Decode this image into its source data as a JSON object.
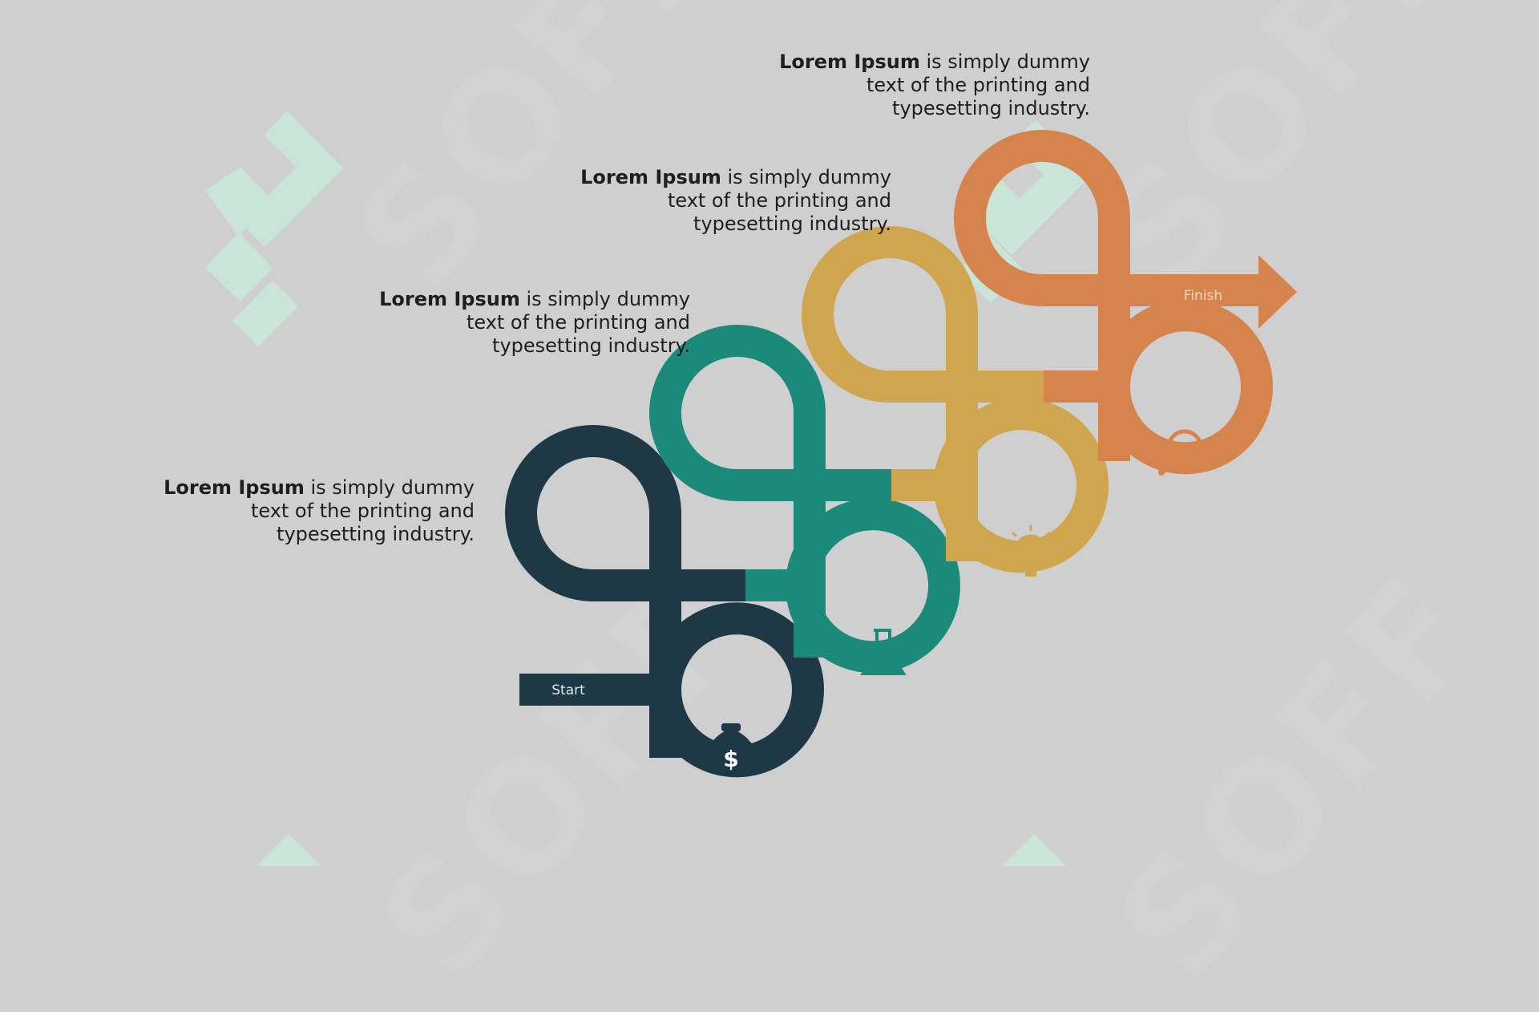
{
  "watermark": {
    "text": "SOFF"
  },
  "steps": [
    {
      "id": 1,
      "color": "#1e3846",
      "icon": "money-bag-icon",
      "bold": "Lorem Ipsum",
      "rest": "is simply dummy",
      "line2": "text of the printing and",
      "line3": "typesetting industry."
    },
    {
      "id": 2,
      "color": "#1c8a7a",
      "icon": "flask-icon",
      "bold": "Lorem Ipsum",
      "rest": "is simply dummy",
      "line2": "text of the printing and",
      "line3": "typesetting industry."
    },
    {
      "id": 3,
      "color": "#cfa64e",
      "icon": "light-bulb-icon",
      "bold": "Lorem Ipsum",
      "rest": "is simply dummy",
      "line2": "text of the printing and",
      "line3": "typesetting industry."
    },
    {
      "id": 4,
      "color": "#d6844d",
      "icon": "magnifier-icon",
      "bold": "Lorem Ipsum",
      "rest": "is simply dummy",
      "line2": "text of the printing and",
      "line3": "typesetting industry."
    }
  ],
  "labels": {
    "start": "Start",
    "finish": "Finish"
  }
}
